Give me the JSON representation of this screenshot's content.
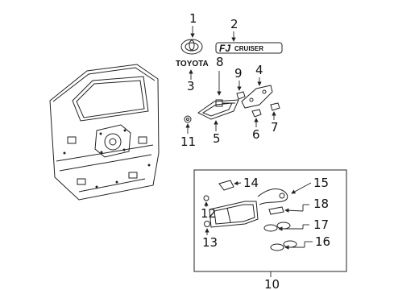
{
  "diagram": {
    "callouts": {
      "c1": "1",
      "c2": "2",
      "c3": "3",
      "c4": "4",
      "c5": "5",
      "c6": "6",
      "c7": "7",
      "c8": "8",
      "c9": "9",
      "c10": "10",
      "c11": "11",
      "c12": "12",
      "c13": "13",
      "c14": "14",
      "c15": "15",
      "c16": "16",
      "c17": "17",
      "c18": "18"
    },
    "emblem_text": {
      "toyota": "TOYOTA",
      "fj_prefix": "FJ",
      "cruiser": "CRUISER"
    }
  }
}
